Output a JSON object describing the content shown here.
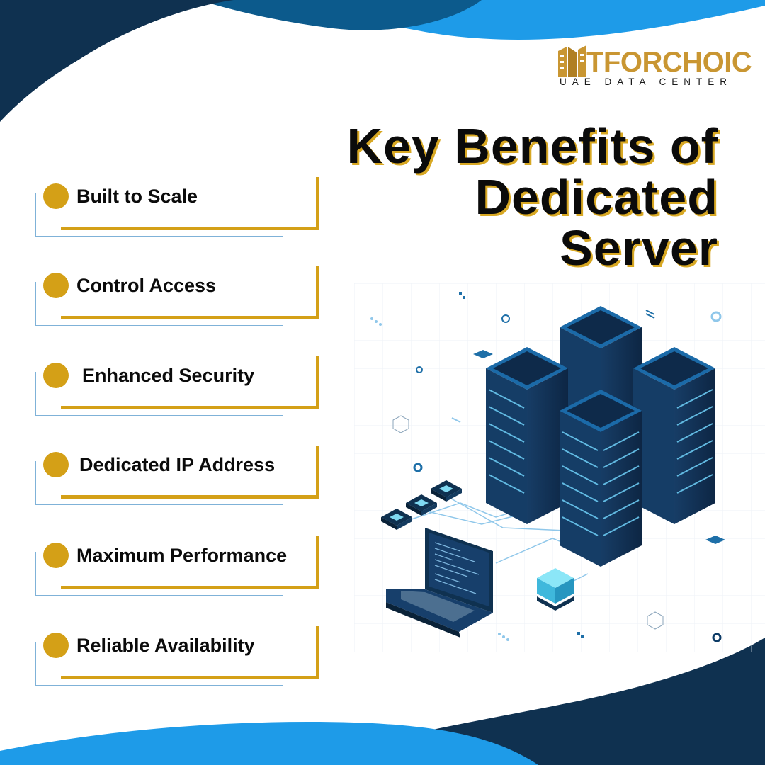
{
  "logo": {
    "brand": "TFORCHOIC",
    "tagline": "UAE DATA CENTER"
  },
  "title": {
    "line1": "Key Benefits of",
    "line2": "Dedicated",
    "line3": "Server"
  },
  "benefits": [
    {
      "label": "Built to Scale"
    },
    {
      "label": "Control Access"
    },
    {
      "label": "Enhanced Security"
    },
    {
      "label": "Dedicated IP Address"
    },
    {
      "label": "Maximum Performance"
    },
    {
      "label": "Reliable Availability"
    }
  ],
  "colors": {
    "navy": "#0f3150",
    "blue": "#1e9be8",
    "gold": "#d4a017",
    "ink": "#0b0b0b",
    "light_blue_line": "#7fb2d8"
  },
  "icons": {
    "logo_mark": "building-n-icon",
    "benefit_bullet": "gold-circle-icon",
    "illustration": "server-rack-illustration"
  }
}
